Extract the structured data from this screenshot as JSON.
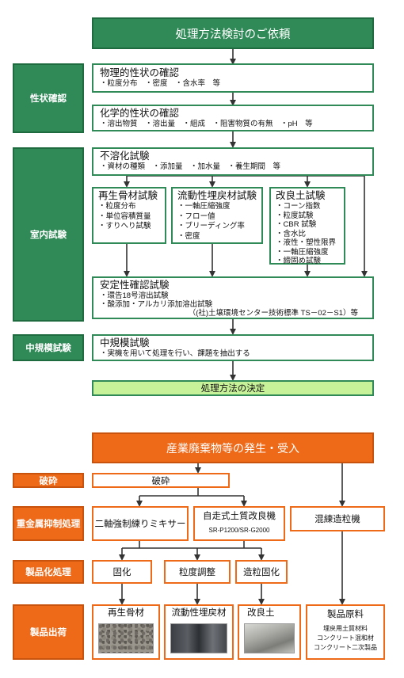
{
  "colors": {
    "green_dark": "#2f8a57",
    "green_light": "#c8f29a",
    "orange": "#ef6a18"
  },
  "top_flow": {
    "header": "処理方法検討のご依頼",
    "side_labels": {
      "property": "性状確認",
      "lab": "室内試験",
      "midscale": "中規模試験"
    },
    "physical": {
      "title": "物理的性状の確認",
      "items": "・粒度分布　・密度　・含水率　等"
    },
    "chemical": {
      "title": "化学的性状の確認",
      "items": "・溶出物質　・溶出量　・組成　・阻害物質の有無　・pH　等"
    },
    "insoluble": {
      "title": "不溶化試験",
      "items": "・資材の種類　・添加量　・加水量　・養生期間　等"
    },
    "recycled": {
      "title": "再生骨材試験",
      "items": "・粒度分布\n・単位容積質量\n・すりへり試験"
    },
    "fluid": {
      "title": "流動性埋戻材試験",
      "items": "・一軸圧縮強度\n・フロー値\n・ブリーディング率\n・密度"
    },
    "improved": {
      "title": "改良土試験",
      "items": "・コーン指数\n・粒度試験\n・CBR 試験\n・含水比\n・液性・塑性限界\n・一軸圧縮強度\n・締固め試験"
    },
    "stability": {
      "title": "安定性確認試験",
      "items": "・環告18号溶出試験\n・酸添加・アルカリ添加溶出試験",
      "note": "（(社)土壌環境センター技術標準 TS－02－S1）等"
    },
    "midscale": {
      "title": "中規模試験",
      "items": "・実機を用いて処理を行い、課題を抽出する"
    },
    "decision": "処理方法の決定"
  },
  "bottom_flow": {
    "header": "産業廃棄物等の発生・受入",
    "side_labels": {
      "crushing": "破砕",
      "heavy_metal": "重金属抑制処理",
      "product_proc": "製品化処理",
      "shipping": "製品出荷"
    },
    "crushing_box": "破砕",
    "mixer": "二軸強制練りミキサー",
    "selfpropelled": {
      "title": "自走式土質改良機",
      "model": "SR-P1200/SR-G2000"
    },
    "granulator": "混練造粒機",
    "solidify": "固化",
    "grain_adjust": "粒度調整",
    "granule_solidify": "造粒固化",
    "products": {
      "recycled": "再生骨材",
      "fluid": "流動性埋戻材",
      "improved": "改良土",
      "raw": {
        "title": "製品原料",
        "items": "埋戻用土質材料\nコンクリート混和材\nコンクリート二次製品"
      }
    }
  }
}
